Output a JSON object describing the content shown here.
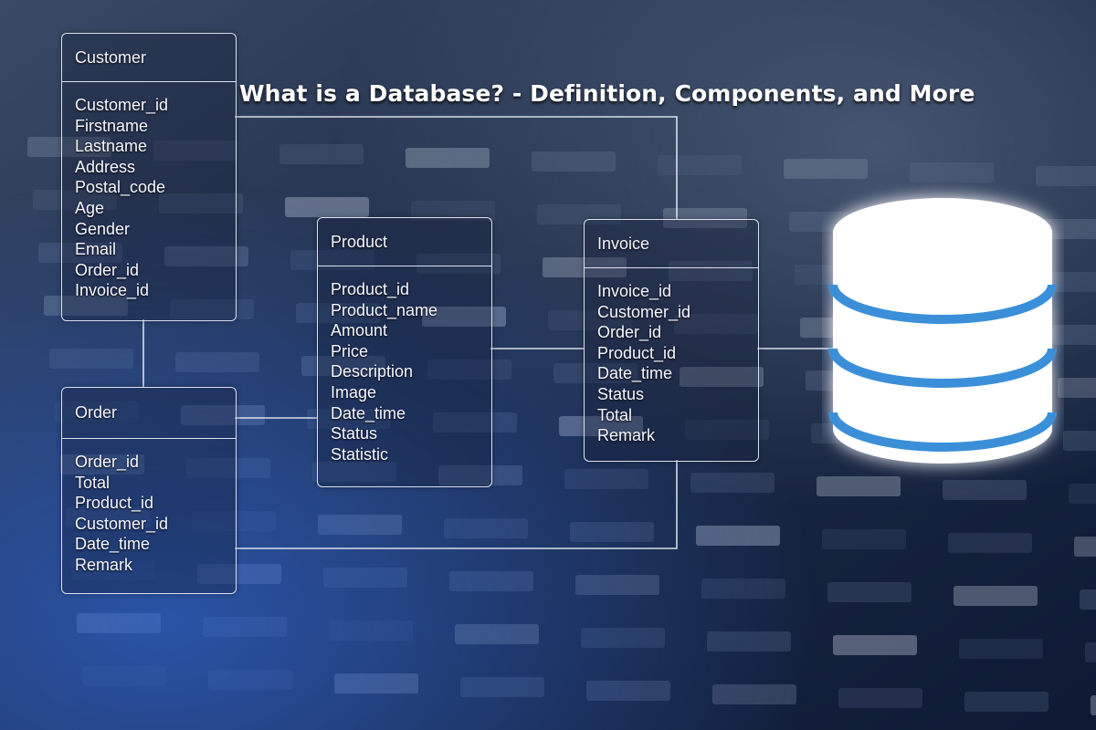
{
  "title": "What is a Database? - Definition, Components, and More",
  "entities": {
    "customer": {
      "name": "Customer",
      "fields": [
        "Customer_id",
        "Firstname",
        "Lastname",
        "Address",
        "Postal_code",
        "Age",
        "Gender",
        "Email",
        "Order_id",
        "Invoice_id"
      ]
    },
    "product": {
      "name": "Product",
      "fields": [
        "Product_id",
        "Product_name",
        "Amount",
        "Price",
        "Description",
        "Image",
        "Date_time",
        "Status",
        "Statistic"
      ]
    },
    "invoice": {
      "name": "Invoice",
      "fields": [
        "Invoice_id",
        "Customer_id",
        "Order_id",
        "Product_id",
        "Date_time",
        "Status",
        "Total",
        "Remark"
      ]
    },
    "order": {
      "name": "Order",
      "fields": [
        "Order_id",
        "Total",
        "Product_id",
        "Customer_id",
        "Date_time",
        "Remark"
      ]
    }
  },
  "colors": {
    "background": "#1a2a4a",
    "line": "#e8ecf5",
    "db_stripe": "#3a8fd8",
    "db_body": "#ffffff"
  },
  "icons": {
    "database": "database-cylinder-icon"
  }
}
